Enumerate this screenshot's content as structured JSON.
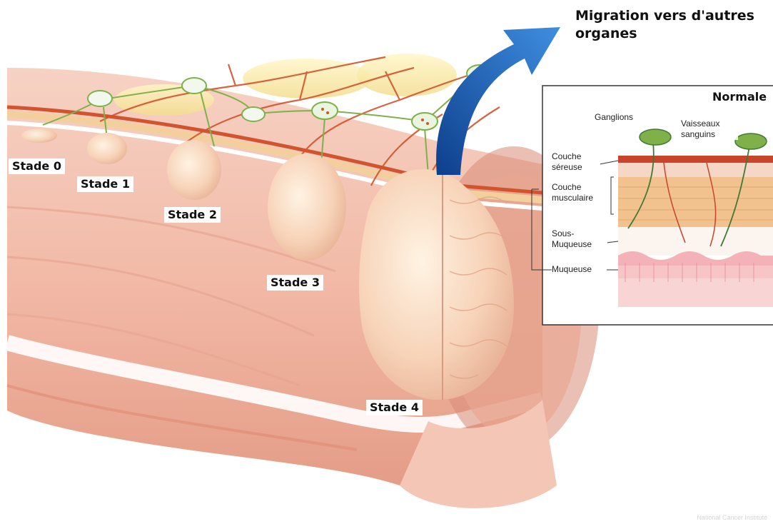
{
  "title": "Migration vers d'autres organes",
  "stages": [
    "Stade 0",
    "Stade 1",
    "Stade 2",
    "Stade 3",
    "Stade 4"
  ],
  "inset": {
    "title": "Normale",
    "labels": {
      "ganglions": "Ganglions",
      "vaisseaux": "Vaisseaux sanguins",
      "sereuse": "Couche séreuse",
      "musculaire": "Couche musculaire",
      "sous_muqueuse": "Sous-Muqueuse",
      "muqueuse": "Muqueuse"
    }
  },
  "watermark": "National Cancer Institute",
  "colors": {
    "tissue": "#f2b9a6",
    "tissue_dark": "#d98b76",
    "tumor": "#f7d3b8",
    "vessel": "#d2542e",
    "lymph": "#7fb04a",
    "arrow": "#1f63b8"
  }
}
